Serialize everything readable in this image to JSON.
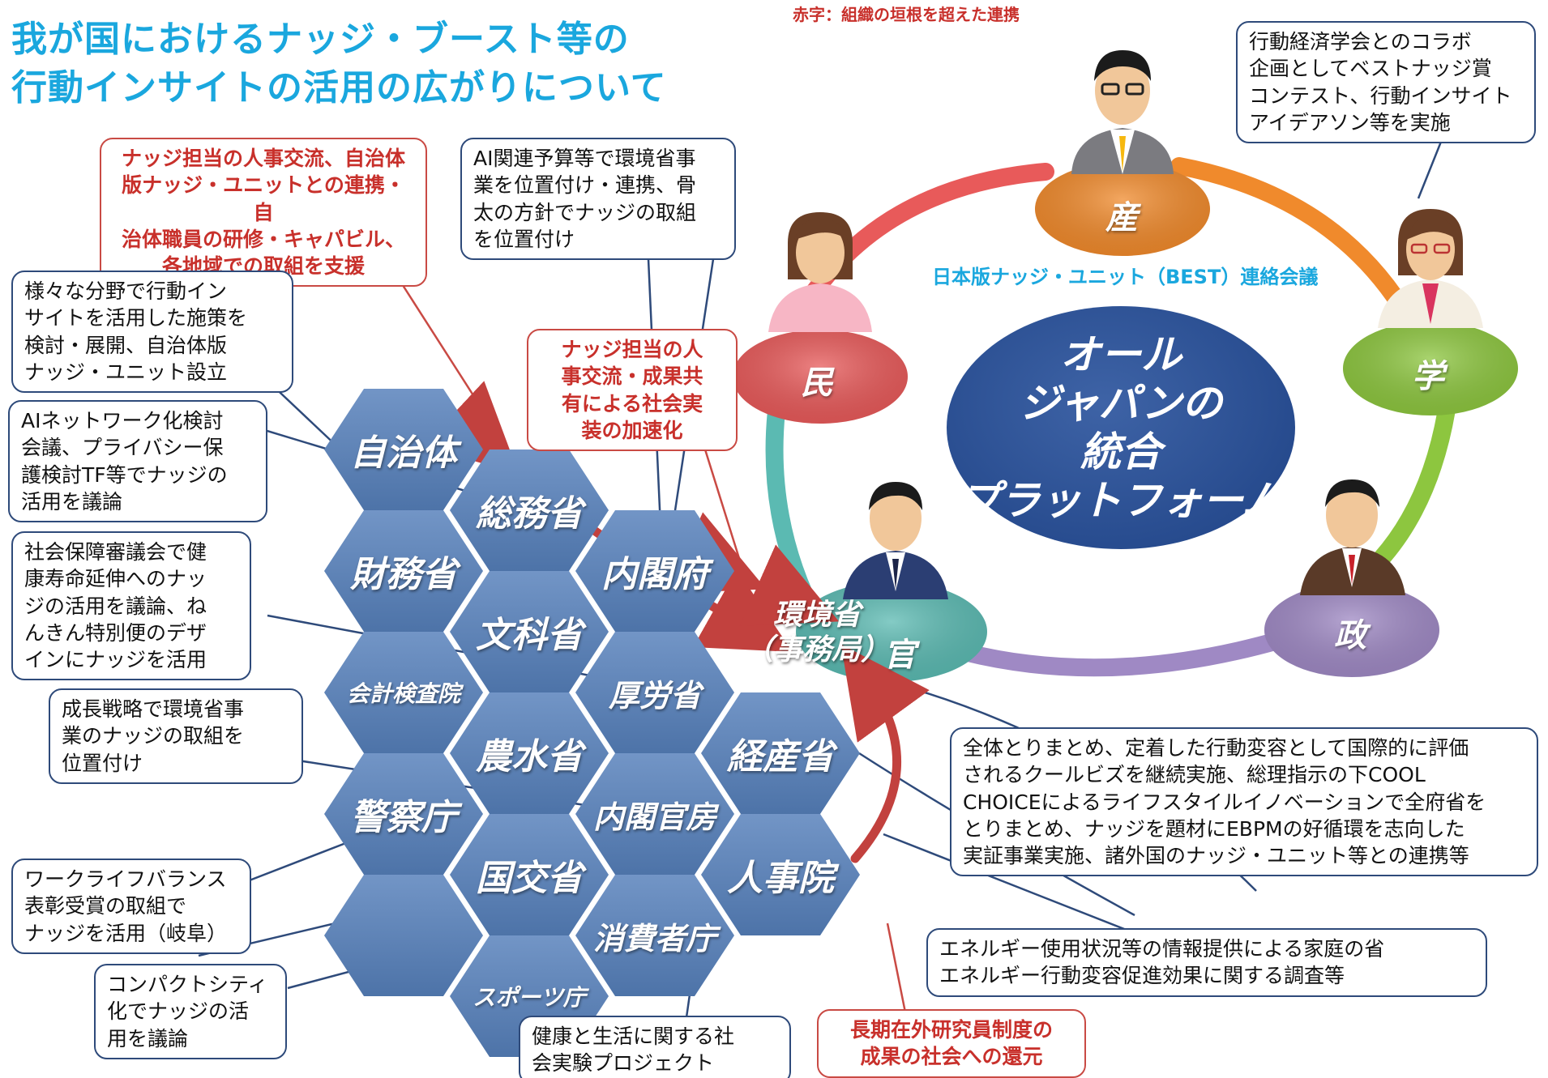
{
  "title": {
    "line1": "我が国におけるナッジ・ブースト等の",
    "line2": "行動インサイトの活用の広がりについて"
  },
  "legend_note": "赤字：組織の垣根を超えた連携",
  "platform": {
    "meeting_label": "日本版ナッジ・ユニット（BEST）連絡会議",
    "center_lines": [
      "オール",
      "ジャパンの",
      "統合",
      "プラットフォーム"
    ],
    "sectors": {
      "industry": "産",
      "private": "民",
      "academia": "学",
      "government": "官",
      "politics": "政"
    },
    "colors": {
      "industry": "#f08a2c",
      "private": "#e85a5a",
      "academia": "#8dc63f",
      "government": "#5bbab2",
      "politics": "#9f89c4",
      "center": "#264a8d"
    }
  },
  "secretariat": {
    "line1": "環境省",
    "line2": "（事務局）"
  },
  "hexes": {
    "local_gov": "自治体",
    "mic": "総務省",
    "mof": "財務省",
    "cabinet_office": "内閣府",
    "mext": "文科省",
    "mhlw": "厚労省",
    "audit_board": "会計検査院",
    "maff": "農水省",
    "meti": "経産省",
    "police": "警察庁",
    "cabinet_secretariat": "内閣官房",
    "mlit": "国交省",
    "npa_hr": "人事院",
    "blank": "",
    "consumer": "消費者庁",
    "sports": "スポーツ庁"
  },
  "callouts": {
    "hr_exchange_local": [
      "ナッジ担当の人事交流、自治体",
      "版ナッジ・ユニットとの連携・自",
      "治体職員の研修・キャパビル、",
      "各地域での取組を支援"
    ],
    "ai_budget": [
      "AI関連予算等で環境省事",
      "業を位置付け・連携、骨",
      "太の方針でナッジの取組",
      "を位置付け"
    ],
    "hr_exchange_results": [
      "ナッジ担当の人",
      "事交流・成果共",
      "有による社会実",
      "装の加速化"
    ],
    "behavioral_econ": [
      "行動経済学会とのコラボ",
      "企画としてベストナッジ賞",
      "コンテスト、行動インサイト",
      "アイデアソン等を実施"
    ],
    "local_gov_policies": [
      "様々な分野で行動イン",
      "サイトを活用した施策を",
      "検討・展開、自治体版",
      "ナッジ・ユニット設立"
    ],
    "ai_network": [
      "AIネットワーク化検討",
      "会議、プライバシー保",
      "護検討TF等でナッジの",
      "活用を議論"
    ],
    "social_security": [
      "社会保障審議会で健",
      "康寿命延伸へのナッ",
      "ジの活用を議論、ね",
      "んきん特別便のデザ",
      "インにナッジを活用"
    ],
    "growth_strategy": [
      "成長戦略で環境省事",
      "業のナッジの取組を",
      "位置付け"
    ],
    "work_life": [
      "ワークライフバランス",
      "表彰受賞の取組で",
      "ナッジを活用（岐阜）"
    ],
    "compact_city": [
      "コンパクトシティ",
      "化でナッジの活",
      "用を議論"
    ],
    "health_life": [
      "健康と生活に関する社",
      "会実験プロジェクト"
    ],
    "overall": [
      "全体とりまとめ、定着した行動変容として国際的に評価",
      "されるクールビズを継続実施、総理指示の下COOL",
      "CHOICEによるライフスタイルイノベーションで全府省を",
      "とりまとめ、ナッジを題材にEBPMの好循環を志向した",
      "実証事業実施、諸外国のナッジ・ユニット等との連携等"
    ],
    "energy_info": [
      "エネルギー使用状況等の情報提供による家庭の省",
      "エネルギー行動変容促進効果に関する調査等"
    ],
    "long_term_research": [
      "長期在外研究員制度の",
      "成果の社会への還元"
    ]
  }
}
